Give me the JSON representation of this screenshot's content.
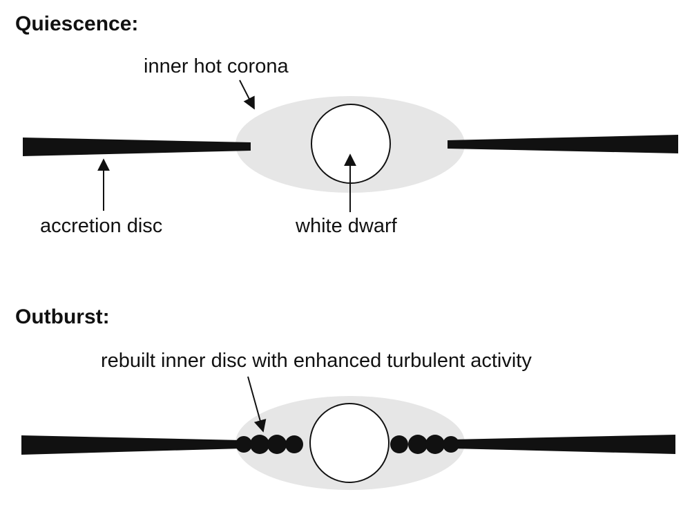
{
  "colors": {
    "disc": "#111111",
    "corona": "#e6e6e6",
    "white_dwarf_fill": "#ffffff",
    "outline": "#111111",
    "text": "#111111"
  },
  "quiescence": {
    "title": "Quiescence:",
    "corona_label": "inner hot corona",
    "disc_label": "accretion disc",
    "white_dwarf_label": "white dwarf"
  },
  "outburst": {
    "title": "Outburst:",
    "inner_disc_label": "rebuilt inner disc with enhanced turbulent activity"
  }
}
